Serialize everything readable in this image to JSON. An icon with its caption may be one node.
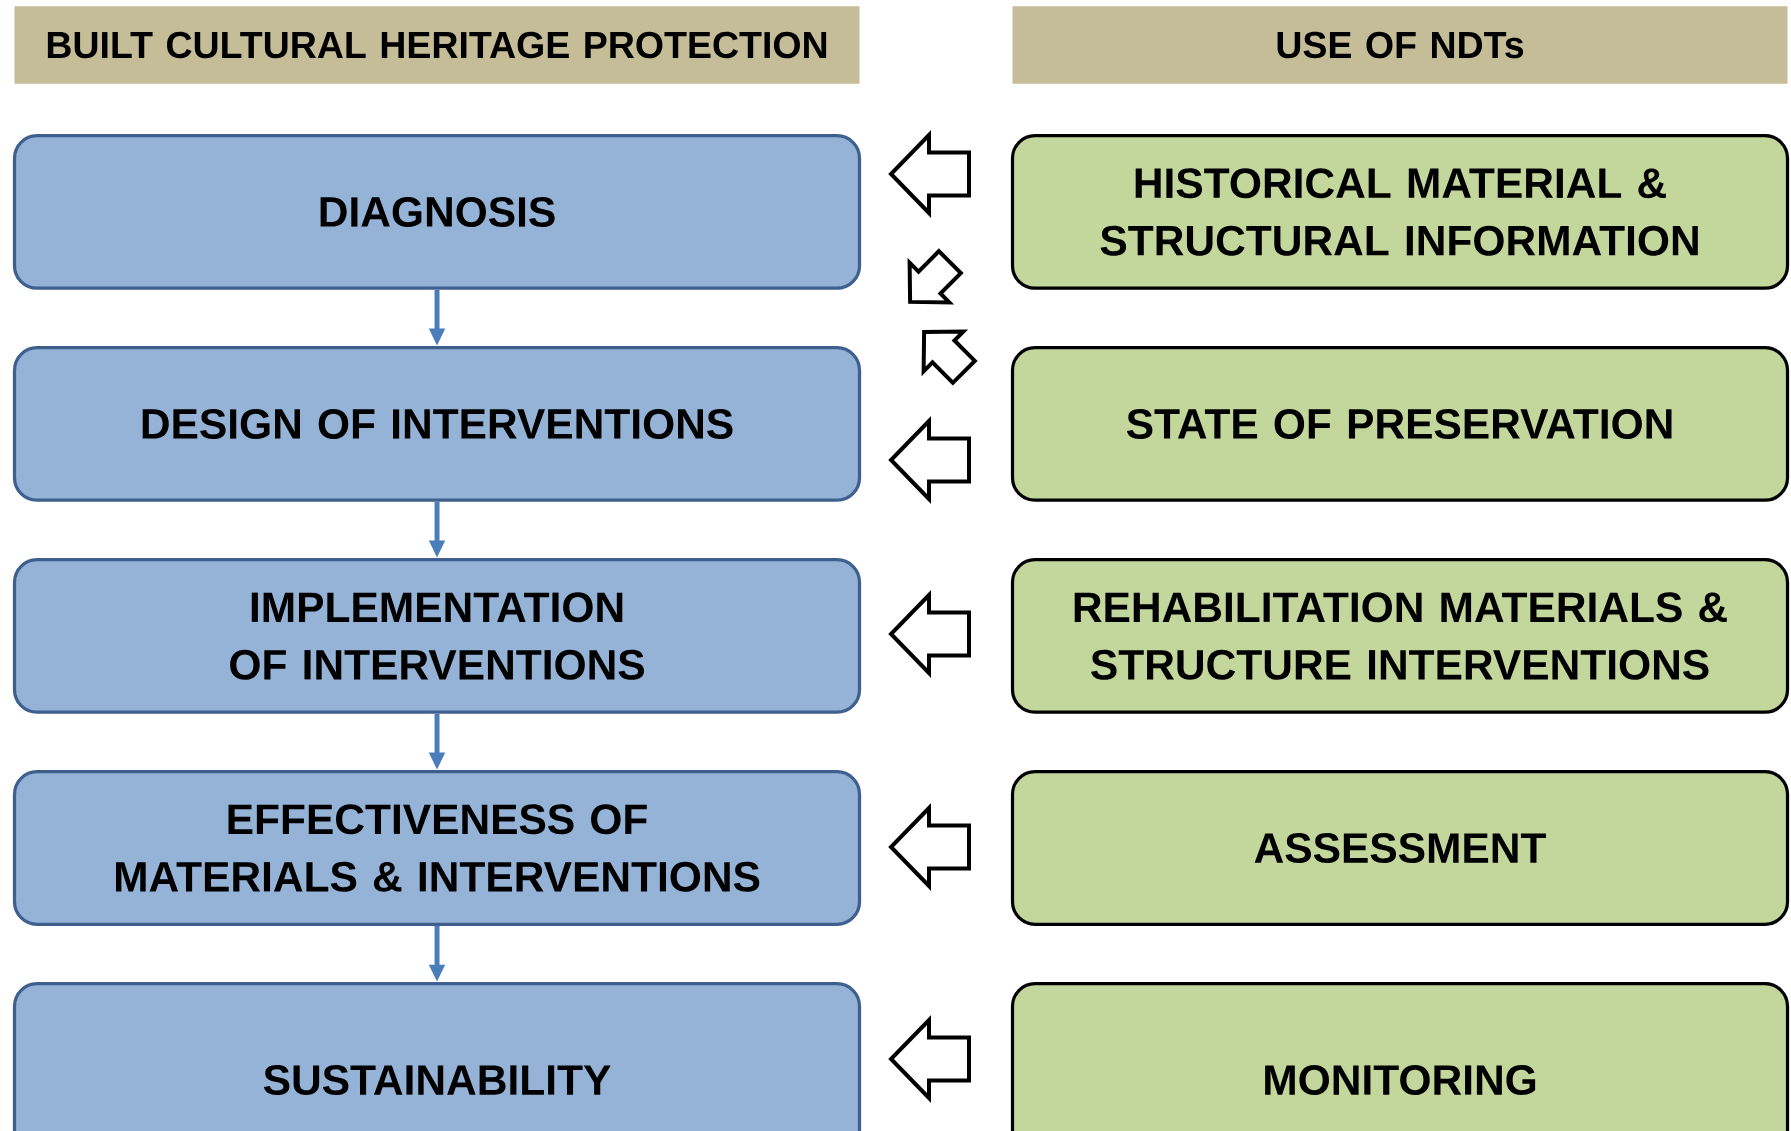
{
  "diagram": {
    "nodes": [
      {
        "text": [
          "BUILT CULTURAL HERITAGE PROTECTION"
        ]
      },
      {
        "text": [
          "USE OF NDTs"
        ]
      },
      {
        "text": [
          "DIAGNOSIS"
        ]
      },
      {
        "text": [
          "HISTORICAL MATERIAL & STRUCTURAL INFORMATION"
        ]
      },
      {
        "text": [
          "DESIGN OF INTERVENTIONS"
        ]
      },
      {
        "text": [
          "STATE OF PRESERVATION"
        ]
      },
      {
        "text": [
          "IMPLEMENTATION OF INTERVENTIONS"
        ]
      },
      {
        "text": [
          "REHABILITATION MATERIALS & STRUCTURE INTERVENTIONS"
        ]
      },
      {
        "text": [
          "EFFECTIVENESS OF MATERIALS & INTERVENTIONS"
        ]
      },
      {
        "text": [
          "ASSESSMENT"
        ]
      },
      {
        "text": [
          "SUSTAINABILITY"
        ]
      },
      {
        "text": [
          "MONITORING"
        ]
      }
    ],
    "edges": [
      {
        "from": 2,
        "to": 4,
        "arrow": "to",
        "color": "#4a7ebb"
      },
      {
        "from": 4,
        "to": 6,
        "arrow": "to",
        "color": "#4a7ebb"
      },
      {
        "from": 6,
        "to": 8,
        "arrow": "to",
        "color": "#4a7ebb"
      },
      {
        "from": 8,
        "to": 10,
        "arrow": "to",
        "color": "#4a7ebb"
      },
      {
        "from": 3,
        "to": 2,
        "arrow": "to",
        "style": "thick"
      },
      {
        "from": 3,
        "to": 4,
        "arrow": "to",
        "style": "thick"
      },
      {
        "from": 5,
        "to": 2,
        "arrow": "to",
        "style": "thick"
      },
      {
        "from": 5,
        "to": 4,
        "arrow": "to",
        "style": "thick"
      },
      {
        "from": 7,
        "to": 6,
        "arrow": "to",
        "style": "thick"
      },
      {
        "from": 9,
        "to": 8,
        "arrow": "to",
        "style": "thick"
      },
      {
        "from": 11,
        "to": 10,
        "arrow": "to",
        "style": "thick"
      }
    ]
  }
}
